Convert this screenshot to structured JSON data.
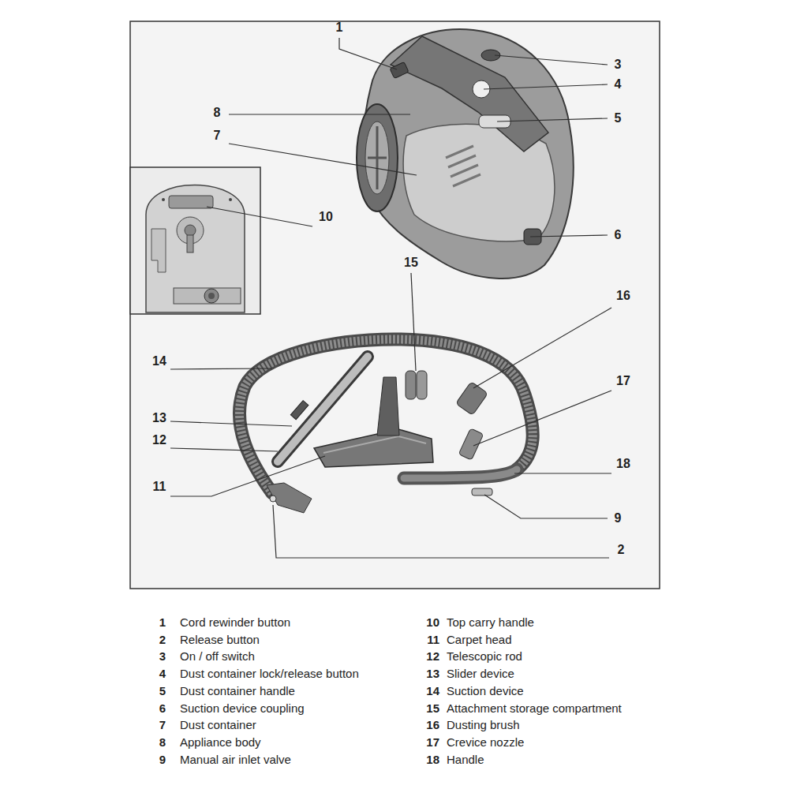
{
  "diagram": {
    "labels": [
      "1",
      "3",
      "4",
      "8",
      "5",
      "7",
      "10",
      "6",
      "15",
      "16",
      "14",
      "17",
      "13",
      "12",
      "18",
      "11",
      "9",
      "2",
      "1",
      "Cord rewinder button",
      "2",
      "Release button",
      "3",
      "On / off switch",
      "4",
      "Dust container lock/release button",
      "5",
      "Dust container handle",
      "6",
      "Suction device coupling",
      "7",
      "Dust container",
      "8",
      "Appliance body",
      "9",
      "Manual air inlet valve",
      "10",
      "Top carry handle",
      "11",
      "Carpet head",
      "12",
      "Telescopic rod",
      "13",
      "Slider device",
      "14",
      "Suction device",
      "15",
      "Attachment storage compartment",
      "16",
      "Dusting brush",
      "17",
      "Crevice nozzle",
      "18",
      "Handle"
    ]
  }
}
